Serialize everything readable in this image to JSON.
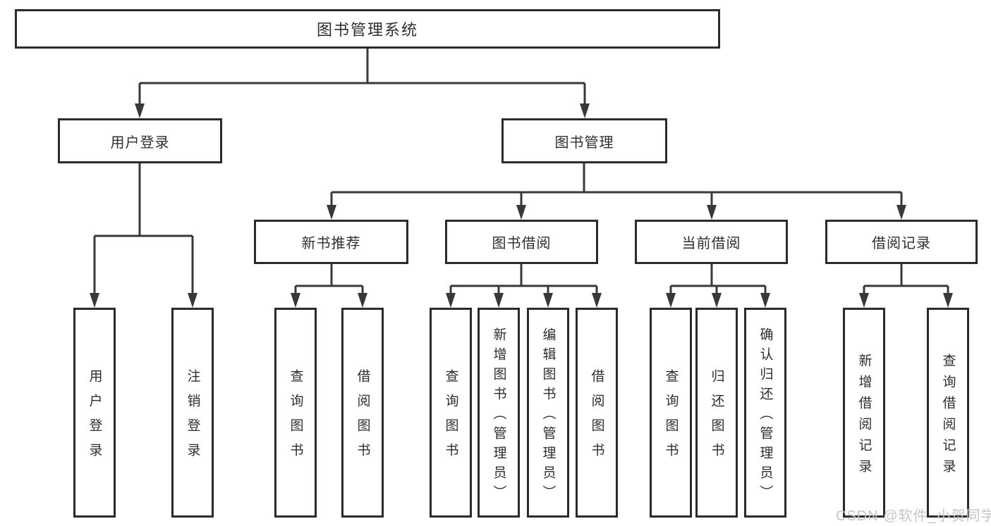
{
  "diagram_title": "图书管理系统",
  "tree": {
    "label": "图书管理系统",
    "children": [
      {
        "label": "用户登录",
        "children": [
          {
            "label": "用户登录"
          },
          {
            "label": "注销登录"
          }
        ]
      },
      {
        "label": "图书管理",
        "children": [
          {
            "label": "新书推荐",
            "children": [
              {
                "label": "查询图书"
              },
              {
                "label": "借阅图书"
              }
            ]
          },
          {
            "label": "图书借阅",
            "children": [
              {
                "label": "查询图书"
              },
              {
                "label": "新增图书（管理员）"
              },
              {
                "label": "编辑图书（管理员）"
              },
              {
                "label": "借阅图书"
              }
            ]
          },
          {
            "label": "当前借阅",
            "children": [
              {
                "label": "查询图书"
              },
              {
                "label": "归还图书"
              },
              {
                "label": "确认归还（管理员）"
              }
            ]
          },
          {
            "label": "借阅记录",
            "children": [
              {
                "label": "新增借阅记录"
              },
              {
                "label": "查询借阅记录"
              }
            ]
          }
        ]
      }
    ]
  },
  "watermark": {
    "text": "CSDN @软件_小贺同学"
  },
  "colors": {
    "line": "#383838",
    "box_border": "#2b2b2b",
    "text": "#2e2e2e",
    "background": "#ffffff",
    "watermark": "#c2c5c9"
  }
}
